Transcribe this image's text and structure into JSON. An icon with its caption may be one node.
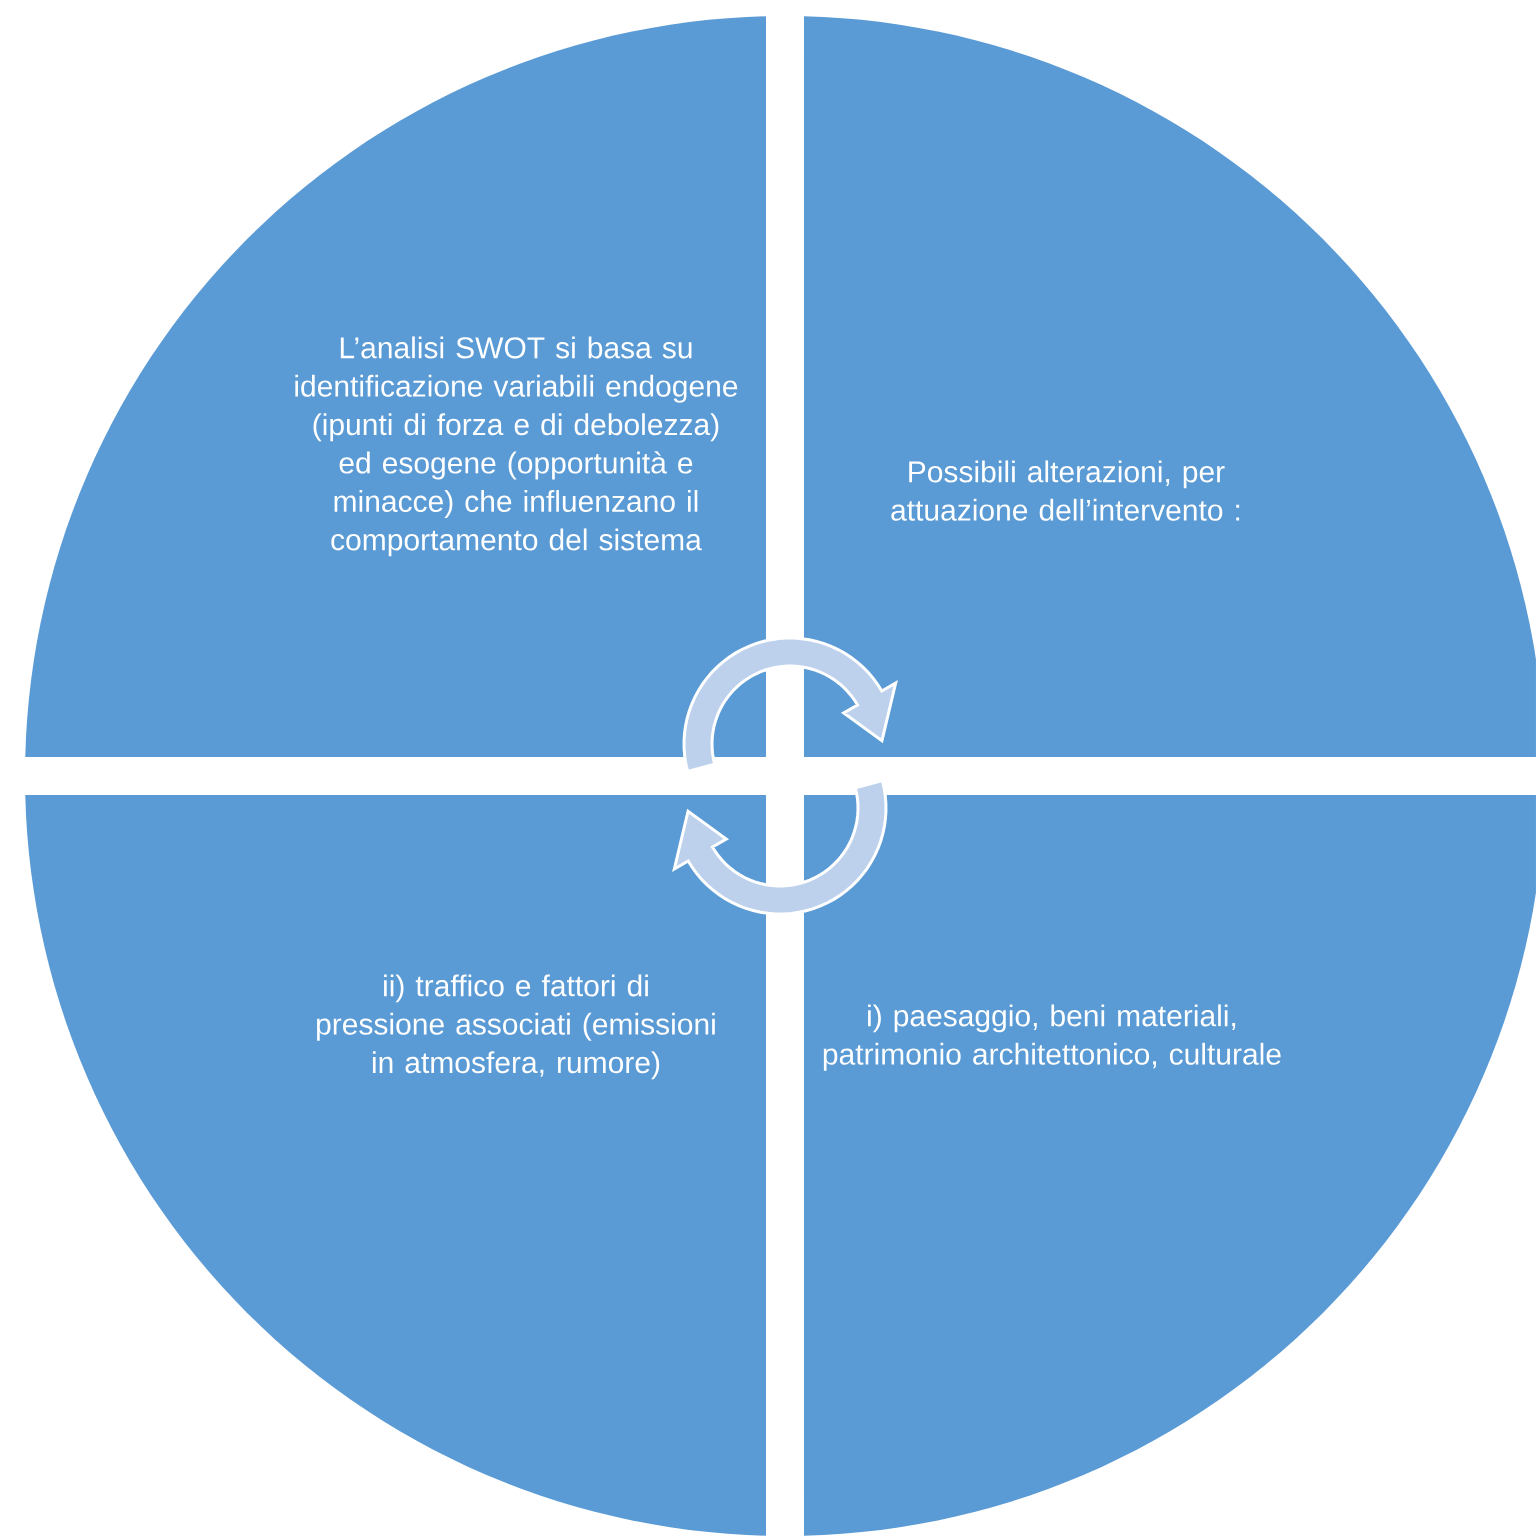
{
  "diagram": {
    "nodes": [
      {
        "text": [
          "L’analisi SWOT si basa su identificazione  variabili endogene (ipunti di forza e di debolezza) ed esogene (opportunità e minacce) che influenzano il comportamento del sistema"
        ]
      },
      {
        "text": [
          "Possibili alterazioni,  per attuazione dell’intervento :"
        ]
      },
      {
        "text": [
          "ii) traffico e fattori di pressione  associati (emissioni in atmosfera, rumore)"
        ]
      },
      {
        "text": [
          "i) paesaggio, beni materiali, patrimonio architettonico, culturale"
        ]
      }
    ],
    "edges": [
      {
        "from": 0,
        "to": 1,
        "arrow": "to"
      },
      {
        "from": 3,
        "to": 2,
        "arrow": "to"
      }
    ]
  }
}
